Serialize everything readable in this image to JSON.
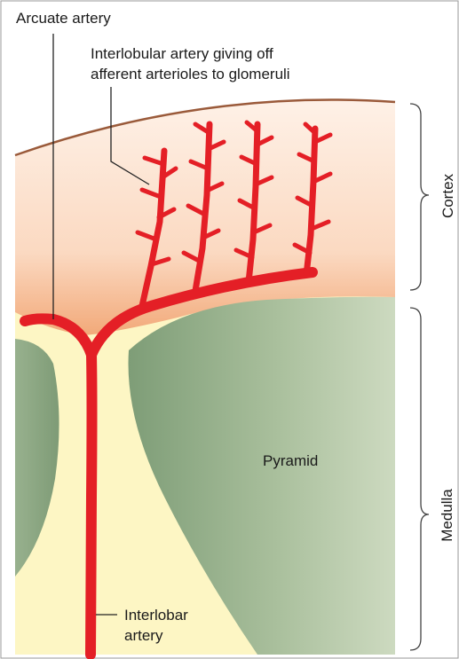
{
  "labels": {
    "arcuate_artery": "Arcuate artery",
    "interlobular_line1": "Interlobular artery giving off",
    "interlobular_line2": "afferent arterioles to glomeruli",
    "pyramid": "Pyramid",
    "interlobar_line1": "Interlobar",
    "interlobar_line2": "artery",
    "cortex": "Cortex",
    "medulla": "Medulla"
  },
  "colors": {
    "artery": "#e41f26",
    "cortex_light": "#fde9dc",
    "cortex_dark": "#f4b88e",
    "capsule": "#9a5a3a",
    "pyramid_dark": "#7f9f78",
    "pyramid_light": "#c9d7bb",
    "interstitium": "#fdf6c3",
    "leader_line": "#222222",
    "brace": "#444444"
  }
}
